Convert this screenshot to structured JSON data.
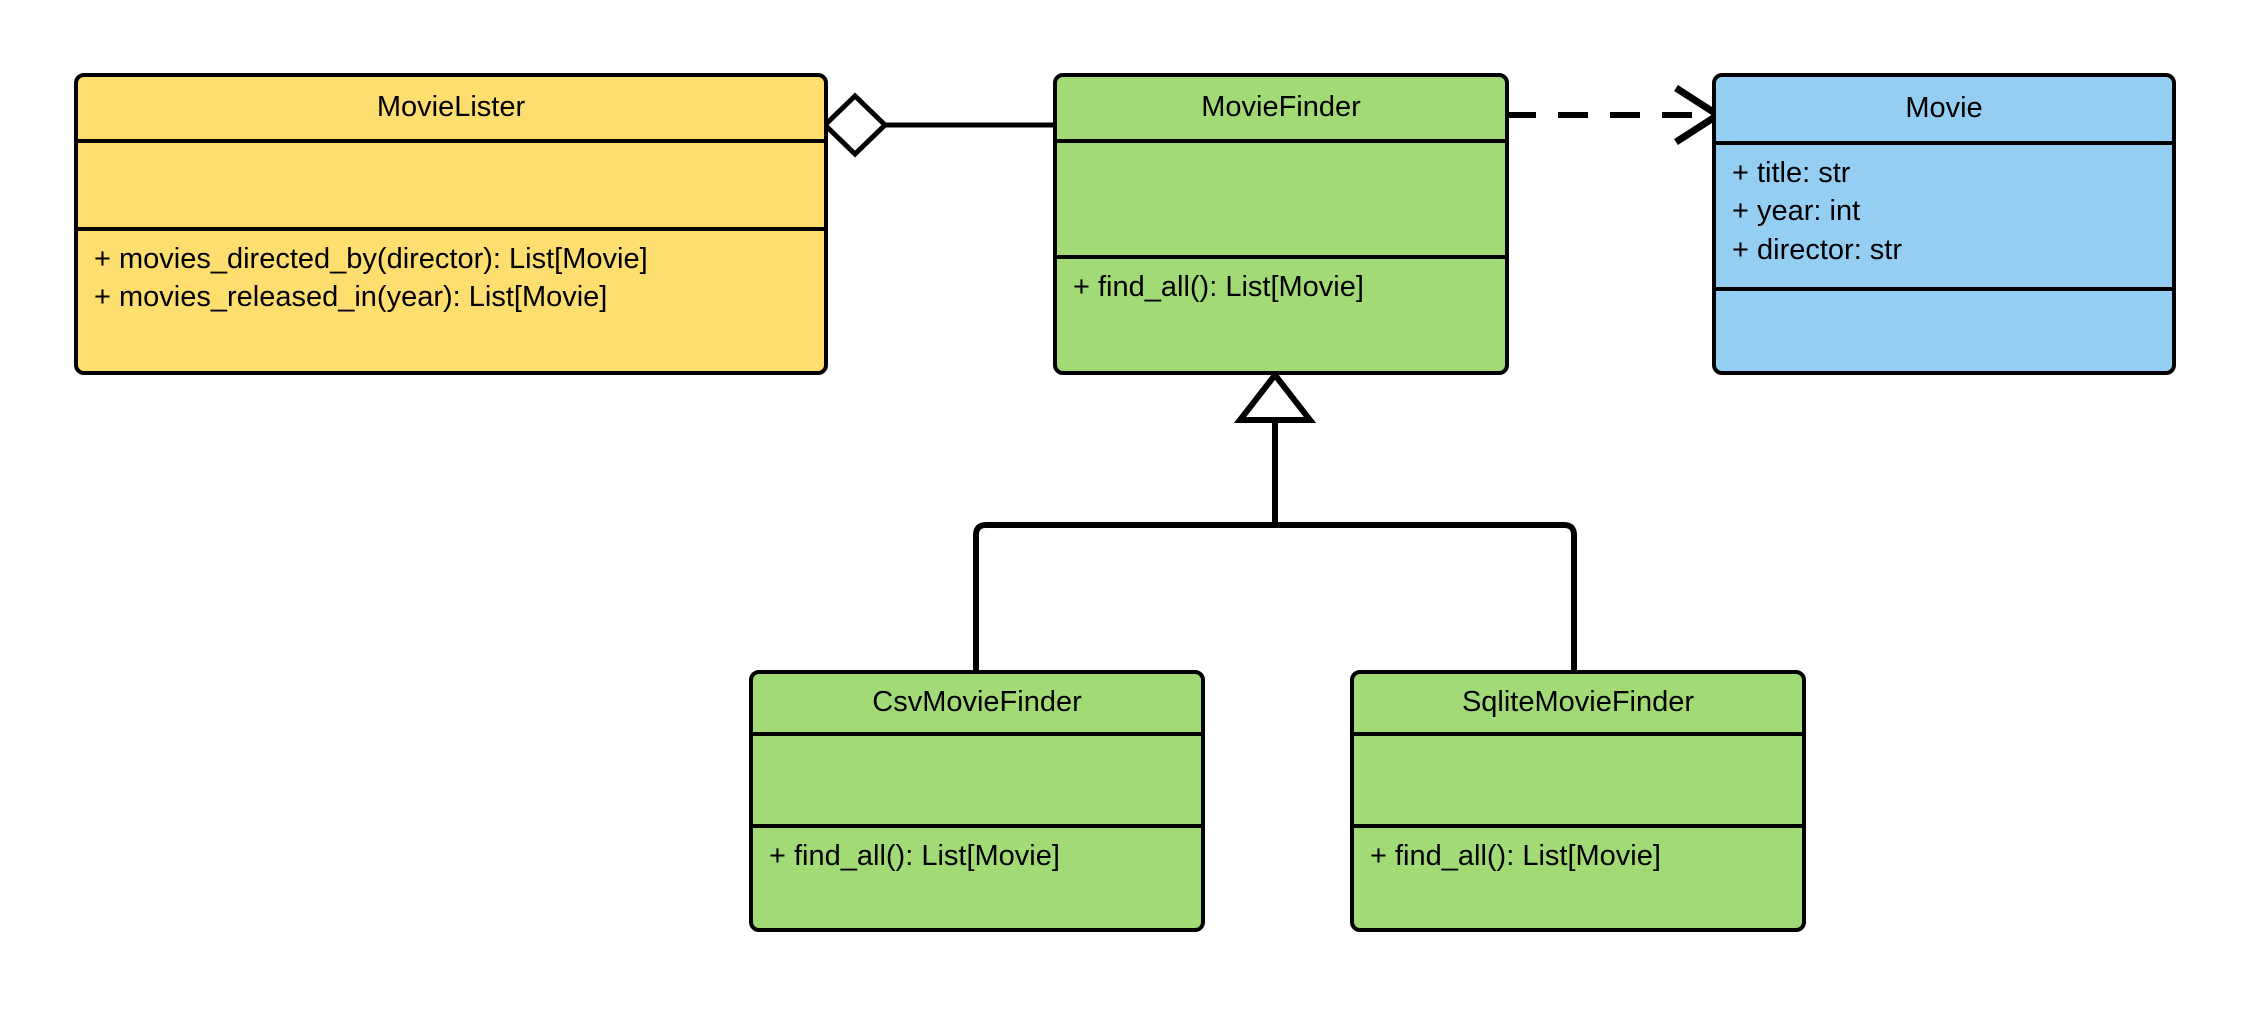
{
  "diagram": {
    "title": "MovieLister UML class diagram",
    "type": "uml-class-diagram",
    "background": "#ffffff",
    "line_color": "#000000"
  },
  "palette": {
    "yellow": "#ffde70",
    "green": "#a2da76",
    "blue": "#94cef2",
    "stroke": "#000000"
  },
  "classes": [
    {
      "id": "movie-lister",
      "name": "MovieLister",
      "color": "#ffde70",
      "attributes": [],
      "methods": [
        "+ movies_directed_by(director): List[Movie]",
        "+ movies_released_in(year): List[Movie]"
      ]
    },
    {
      "id": "movie-finder",
      "name": "MovieFinder",
      "color": "#a2da76",
      "attributes": [],
      "methods": [
        "+ find_all(): List[Movie]"
      ]
    },
    {
      "id": "movie",
      "name": "Movie",
      "color": "#94cef2",
      "attributes": [
        "+ title: str",
        "+ year: int",
        "+ director: str"
      ],
      "methods": []
    },
    {
      "id": "csv-movie-finder",
      "name": "CsvMovieFinder",
      "color": "#a2da76",
      "attributes": [],
      "methods": [
        "+ find_all(): List[Movie]"
      ]
    },
    {
      "id": "sqlite-movie-finder",
      "name": "SqliteMovieFinder",
      "color": "#a2da76",
      "attributes": [],
      "methods": [
        "+ find_all(): List[Movie]"
      ]
    }
  ],
  "relationships": [
    {
      "id": "lister-aggregates-finder",
      "kind": "aggregation",
      "marker": "hollow-diamond",
      "source": "MovieLister",
      "target": "MovieFinder",
      "line": "solid"
    },
    {
      "id": "finder-depends-movie",
      "kind": "dependency",
      "marker": "open-arrow",
      "source": "MovieFinder",
      "target": "Movie",
      "line": "dashed"
    },
    {
      "id": "csv-inherits-finder",
      "kind": "generalization",
      "marker": "hollow-triangle",
      "source": "CsvMovieFinder",
      "target": "MovieFinder",
      "line": "solid"
    },
    {
      "id": "sqlite-inherits-finder",
      "kind": "generalization",
      "marker": "hollow-triangle",
      "source": "SqliteMovieFinder",
      "target": "MovieFinder",
      "line": "solid"
    }
  ]
}
